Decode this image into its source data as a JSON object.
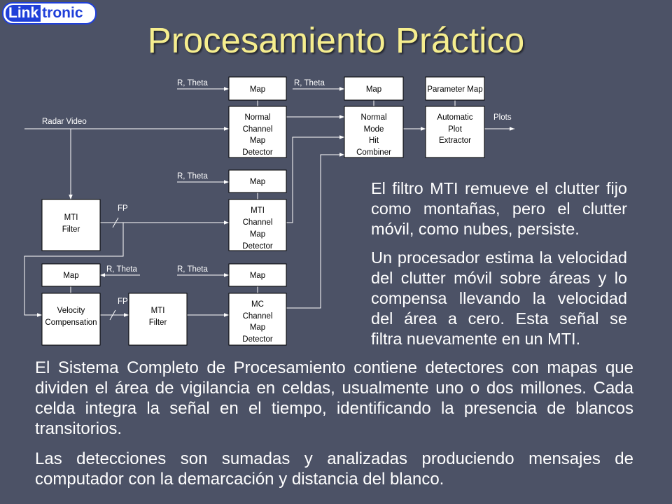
{
  "colors": {
    "background": "#4c5266",
    "title": "#f6ee8e",
    "text": "#ffffff",
    "logo_blue": "#1f3fd9"
  },
  "logo": {
    "link": "Link",
    "tronic": "tronic"
  },
  "title": "Procesamiento Práctico",
  "diagram": {
    "labels": {
      "r_theta": "R, Theta",
      "radar_video": "Radar Video",
      "plots": "Plots",
      "fp": "FP"
    },
    "blocks": {
      "map_normal": [
        "Map"
      ],
      "map_combiner": [
        "Map"
      ],
      "parameter_map": [
        "Parameter Map"
      ],
      "normal_detector": [
        "Normal",
        "Channel",
        "Map",
        "Detector"
      ],
      "hit_combiner": [
        "Normal",
        "Mode",
        "Hit",
        "Combiner"
      ],
      "plot_extractor": [
        "Automatic",
        "Plot",
        "Extractor"
      ],
      "map_mti": [
        "Map"
      ],
      "mti_filter_1": [
        "MTI",
        "Filter"
      ],
      "mti_detector": [
        "MTI",
        "Channel",
        "Map",
        "Detector"
      ],
      "map_velocity": [
        "Map"
      ],
      "map_mc": [
        "Map"
      ],
      "velocity_compensation": [
        "Velocity",
        "Compensation"
      ],
      "mti_filter_2": [
        "MTI",
        "Filter"
      ],
      "mc_detector": [
        "MC",
        "Channel",
        "Map",
        "Detector"
      ]
    }
  },
  "side_text": {
    "paragraph_1": [
      "El filtro MTI remueve el clutter fijo",
      "como montañas, pero el clutter",
      "móvil, como nubes, persiste."
    ],
    "paragraph_2": [
      "Un procesador estima la velocidad",
      "del clutter móvil sobre áreas y lo",
      "compensa llevando la velocidad",
      "del área a cero. Esta señal se",
      "filtra nuevamente en un MTI."
    ]
  },
  "body_text": {
    "paragraph_1": [
      "El Sistema Completo de Procesamiento contiene detectores con mapas que",
      "dividen el área de vigilancia en celdas, usualmente uno o dos millones. Cada",
      "celda integra la señal en el tiempo, identificando la presencia de blancos",
      "transitorios."
    ],
    "paragraph_2": [
      "Las detecciones son sumadas y analizadas produciendo mensajes de",
      "computador con la demarcación y distancia del blanco."
    ]
  }
}
